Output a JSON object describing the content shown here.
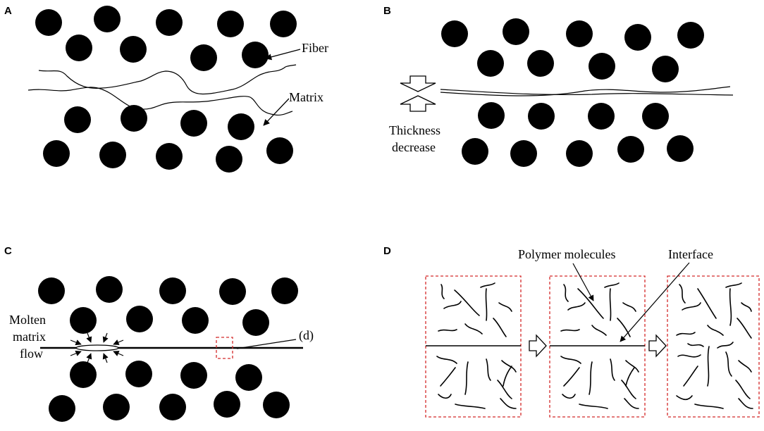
{
  "panels": {
    "a": {
      "letter": "A",
      "fiber_label": "Fiber",
      "matrix_label": "Matrix"
    },
    "b": {
      "letter": "B",
      "label_line1": "Thickness",
      "label_line2": "decrease"
    },
    "c": {
      "letter": "C",
      "label_line1": "Molten",
      "label_line2": "matrix",
      "label_line3": "flow",
      "callout": "(d)"
    },
    "d": {
      "letter": "D",
      "molecules_label": "Polymer molecules",
      "interface_label": "Interface"
    }
  },
  "colors": {
    "ink": "#000000",
    "dashed_box": "#d42a2a",
    "background": "#ffffff"
  }
}
